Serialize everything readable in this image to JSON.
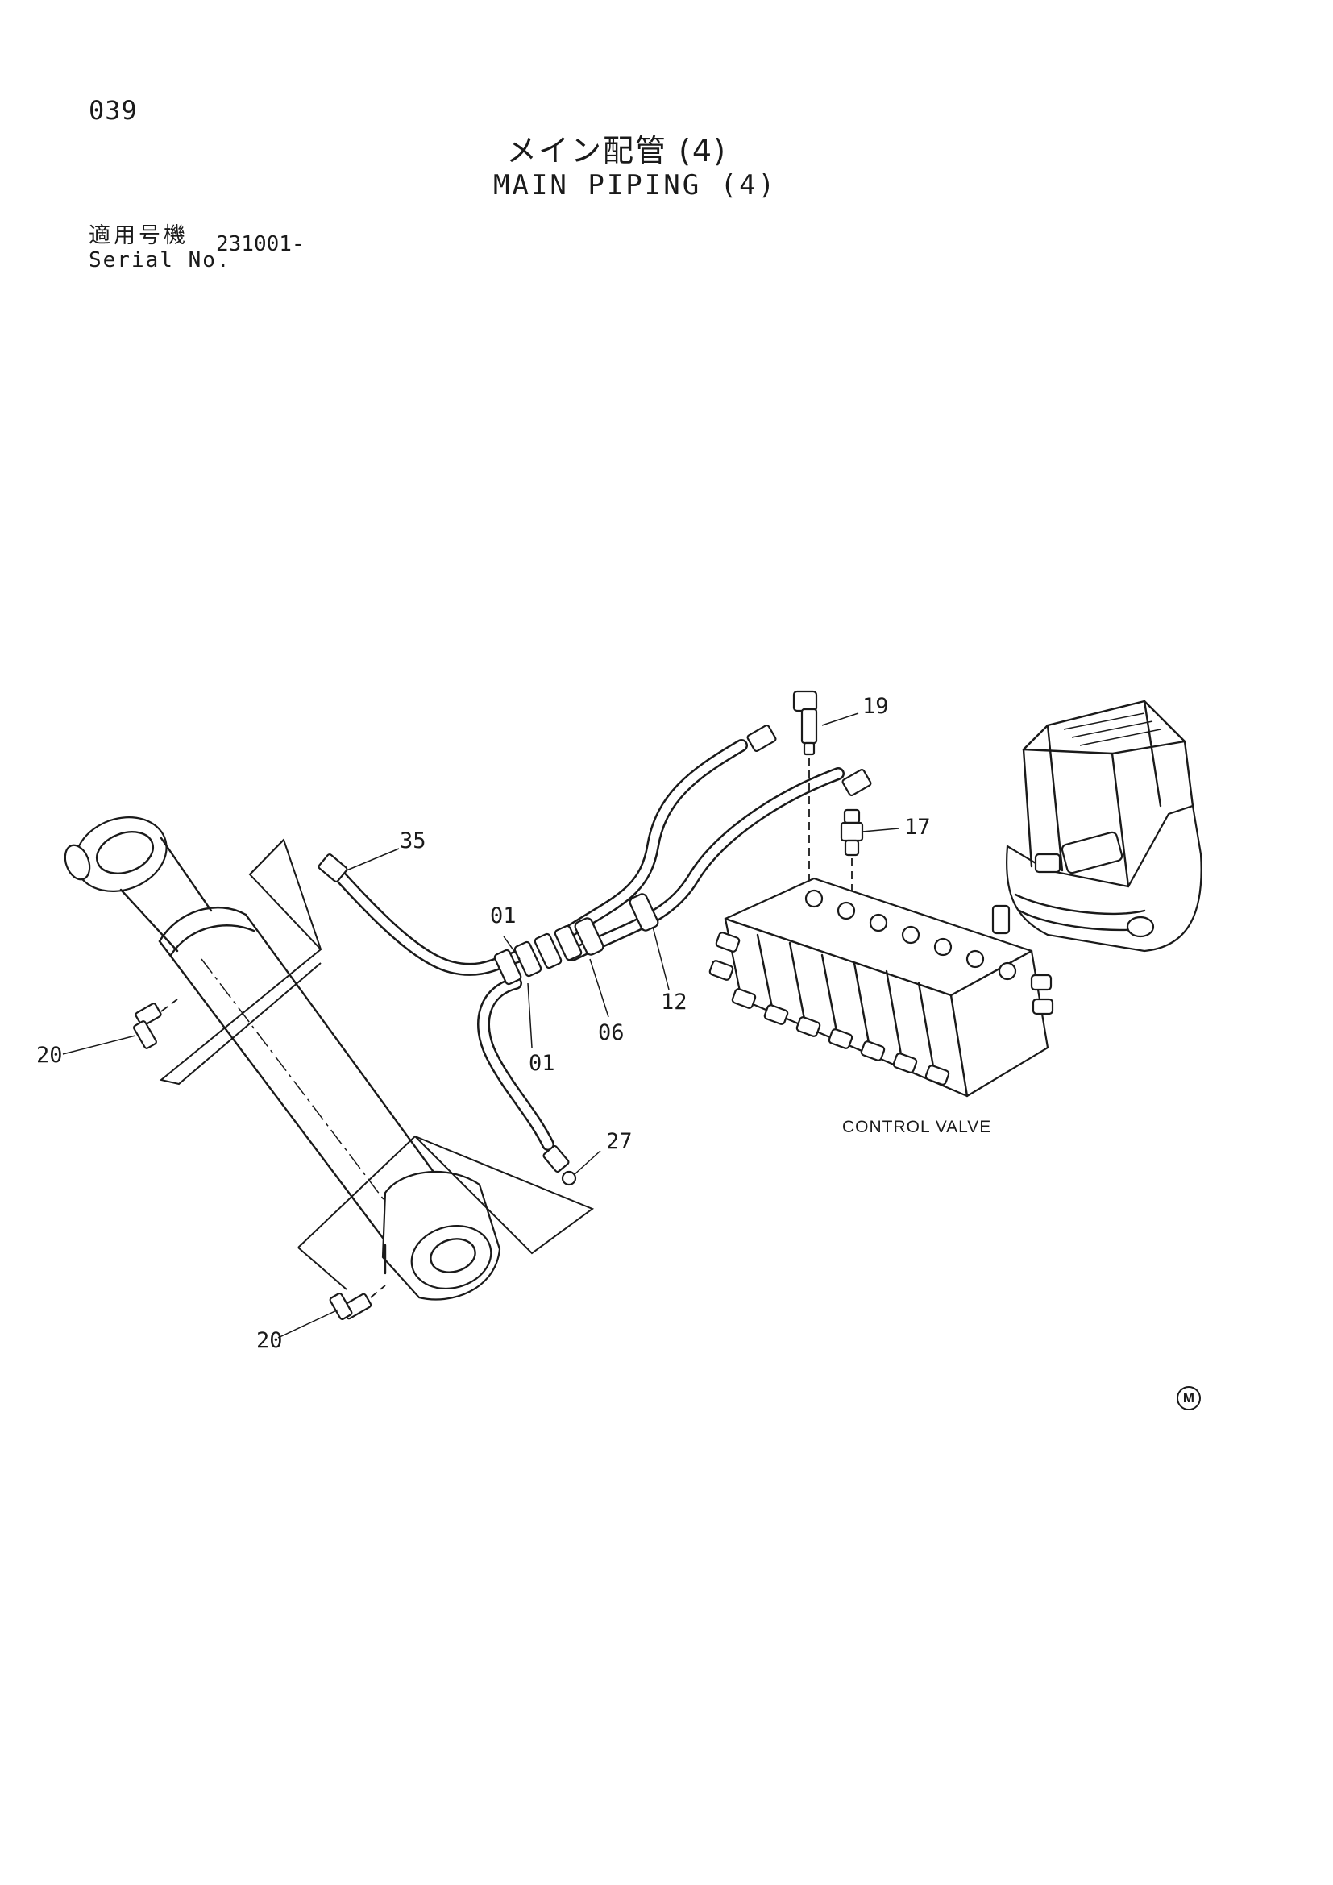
{
  "header": {
    "page_number": "039",
    "title_jp": "メイン配管 (4)",
    "title_en": "MAIN PIPING (4)",
    "serial_label_jp": "適用号機",
    "serial_label_en": "Serial No.",
    "serial_value": "231001-"
  },
  "callouts": {
    "c19": "19",
    "c17": "17",
    "c35": "35",
    "c01_top": "01",
    "c01_bottom": "01",
    "c06": "06",
    "c12": "12",
    "c27": "27",
    "c20_upper": "20",
    "c20_lower": "20"
  },
  "labels": {
    "control_valve": "CONTROL VALVE",
    "maker_mark": "M"
  }
}
